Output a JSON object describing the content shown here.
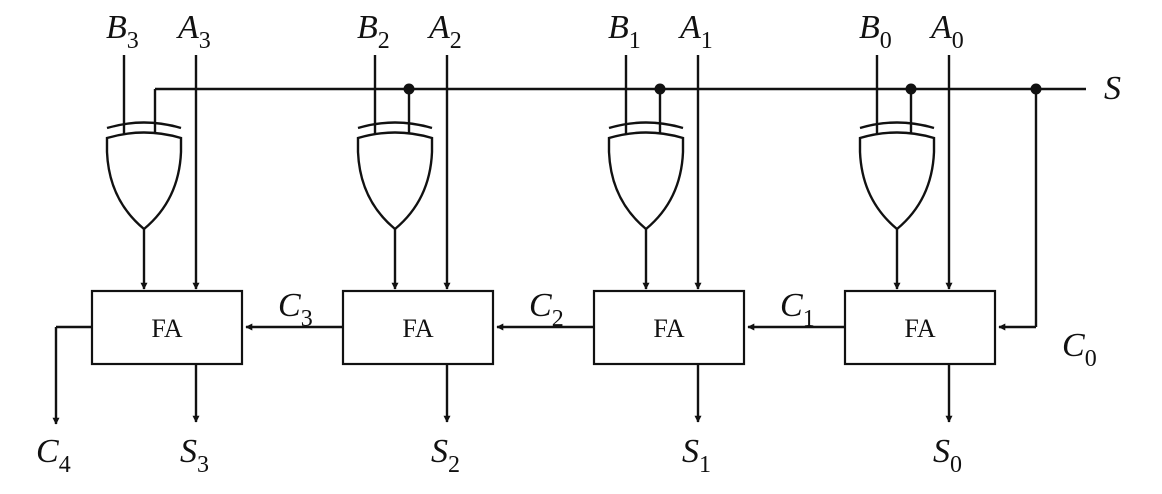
{
  "control": {
    "name": "S"
  },
  "carry_in": {
    "name": "C",
    "sub": "0"
  },
  "carry_out": {
    "name": "C",
    "sub": "4"
  },
  "stages": [
    {
      "a": "A",
      "a_sub": "3",
      "b": "B",
      "b_sub": "3",
      "block": "FA",
      "sum": "S",
      "sum_sub": "3",
      "carry": "C",
      "carry_sub": "3"
    },
    {
      "a": "A",
      "a_sub": "2",
      "b": "B",
      "b_sub": "2",
      "block": "FA",
      "sum": "S",
      "sum_sub": "2",
      "carry": "C",
      "carry_sub": "2"
    },
    {
      "a": "A",
      "a_sub": "1",
      "b": "B",
      "b_sub": "1",
      "block": "FA",
      "sum": "S",
      "sum_sub": "1",
      "carry": "C",
      "carry_sub": "1"
    },
    {
      "a": "A",
      "a_sub": "0",
      "b": "B",
      "b_sub": "0",
      "block": "FA",
      "sum": "S",
      "sum_sub": "0",
      "carry": "",
      "carry_sub": ""
    }
  ],
  "colors": {
    "ink": "#111111",
    "background": "#ffffff"
  }
}
